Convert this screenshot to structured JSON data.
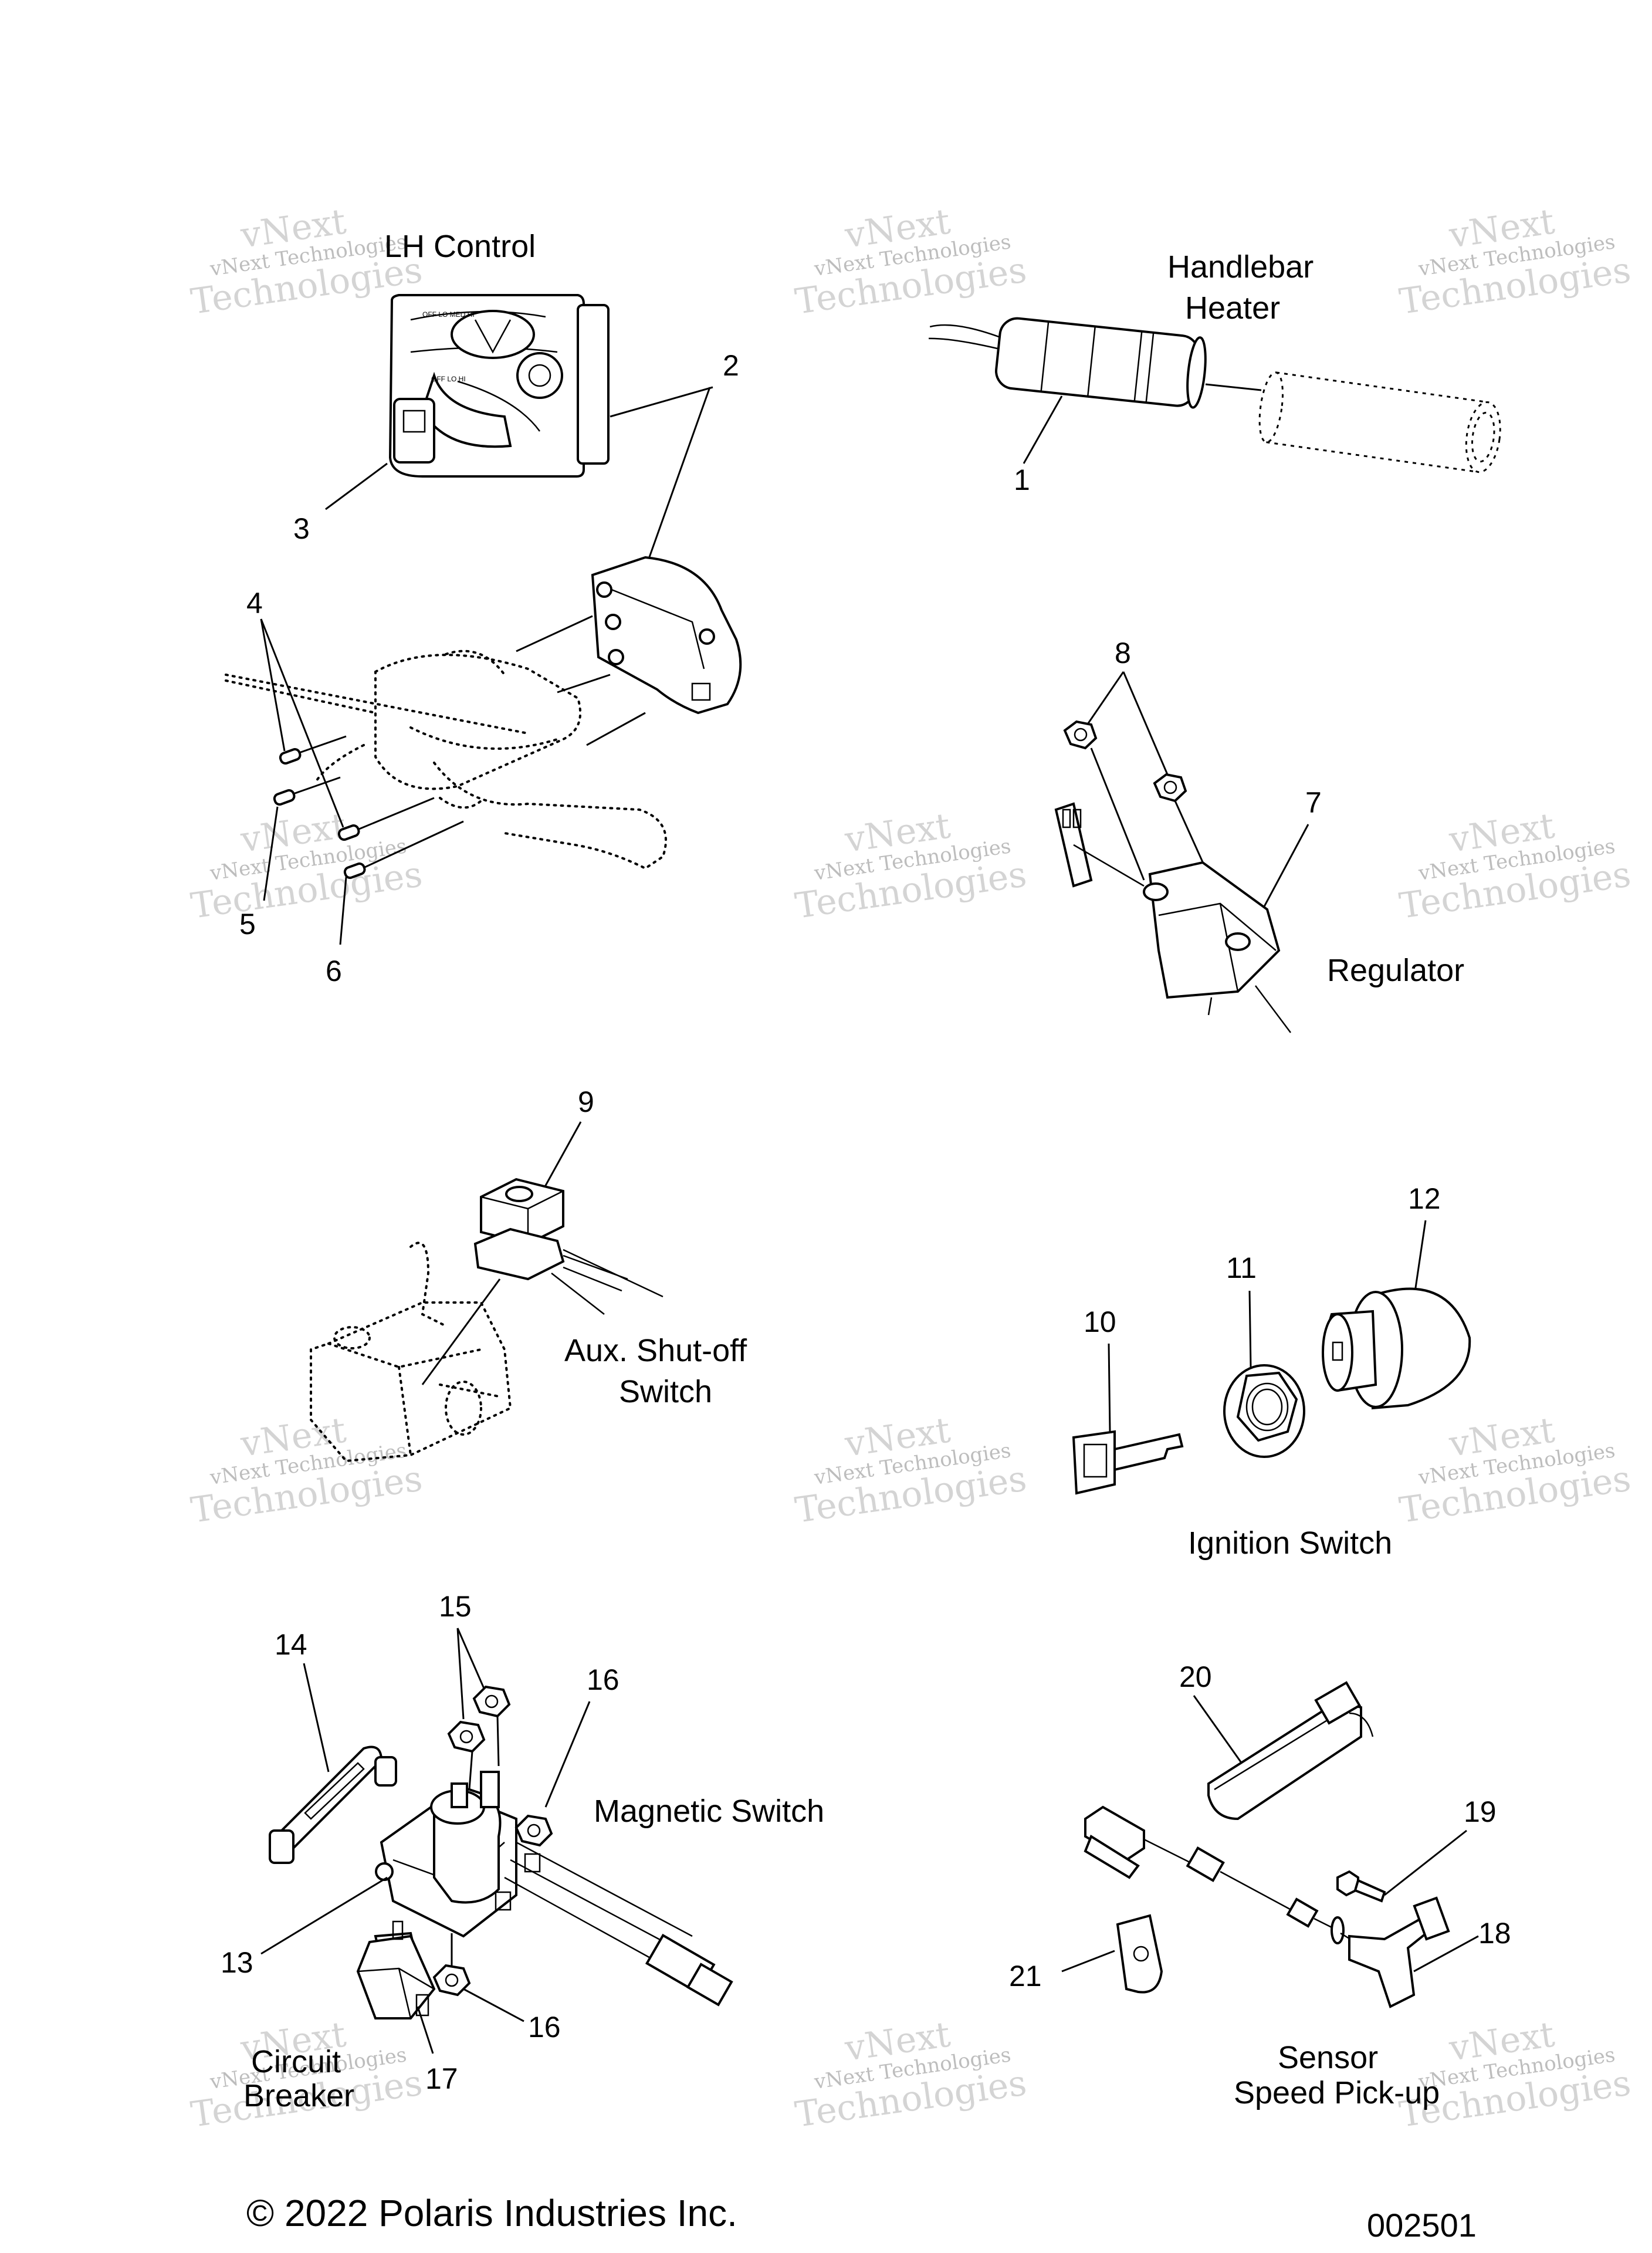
{
  "captions": {
    "lh_control": "LH Control",
    "handlebar_heater_1": "Handlebar",
    "handlebar_heater_2": "Heater",
    "regulator": "Regulator",
    "aux_shutoff_1": "Aux. Shut-off",
    "aux_shutoff_2": "Switch",
    "ignition_switch": "Ignition Switch",
    "magnetic_switch": "Magnetic Switch",
    "circuit_breaker_1": "Circuit",
    "circuit_breaker_2": "Breaker",
    "sensor_1": "Sensor",
    "sensor_2": "Speed Pick-up"
  },
  "callouts": {
    "c1": "1",
    "c2": "2",
    "c3": "3",
    "c4": "4",
    "c5": "5",
    "c6": "6",
    "c7": "7",
    "c8": "8",
    "c9": "9",
    "c10": "10",
    "c11": "11",
    "c12": "12",
    "c13": "13",
    "c14": "14",
    "c15": "15",
    "c16a": "16",
    "c16b": "16",
    "c17": "17",
    "c18": "18",
    "c19": "19",
    "c20": "20",
    "c21": "21"
  },
  "switch_marks": {
    "off_lo_hi_top": "OFF LO MED HI",
    "off_lo_hi_bottom": "OFF LO HI"
  },
  "watermark": {
    "line1": "vNext Technologies",
    "line2": "Technologies",
    "line3": "vNext"
  },
  "footer": {
    "copyright": "© 2022 Polaris Industries Inc.",
    "code": "002501"
  }
}
